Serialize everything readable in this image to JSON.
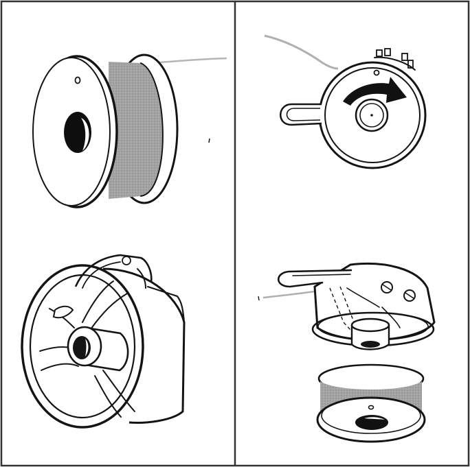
{
  "figure": {
    "panels": [
      {
        "id": "bobbin-with-thread"
      },
      {
        "id": "bobbin-case-rotation"
      },
      {
        "id": "empty-bobbin-case"
      },
      {
        "id": "bobbin-inserted-into-case"
      }
    ]
  },
  "colors": {
    "line": "#141414",
    "paper": "#ffffff",
    "thread": "#a8a8a8",
    "thread_fill": "#9d9d9d",
    "thread_strand": "#b5b5b5",
    "border": "#333333"
  },
  "icons": [
    "rotation-arrow-icon"
  ]
}
